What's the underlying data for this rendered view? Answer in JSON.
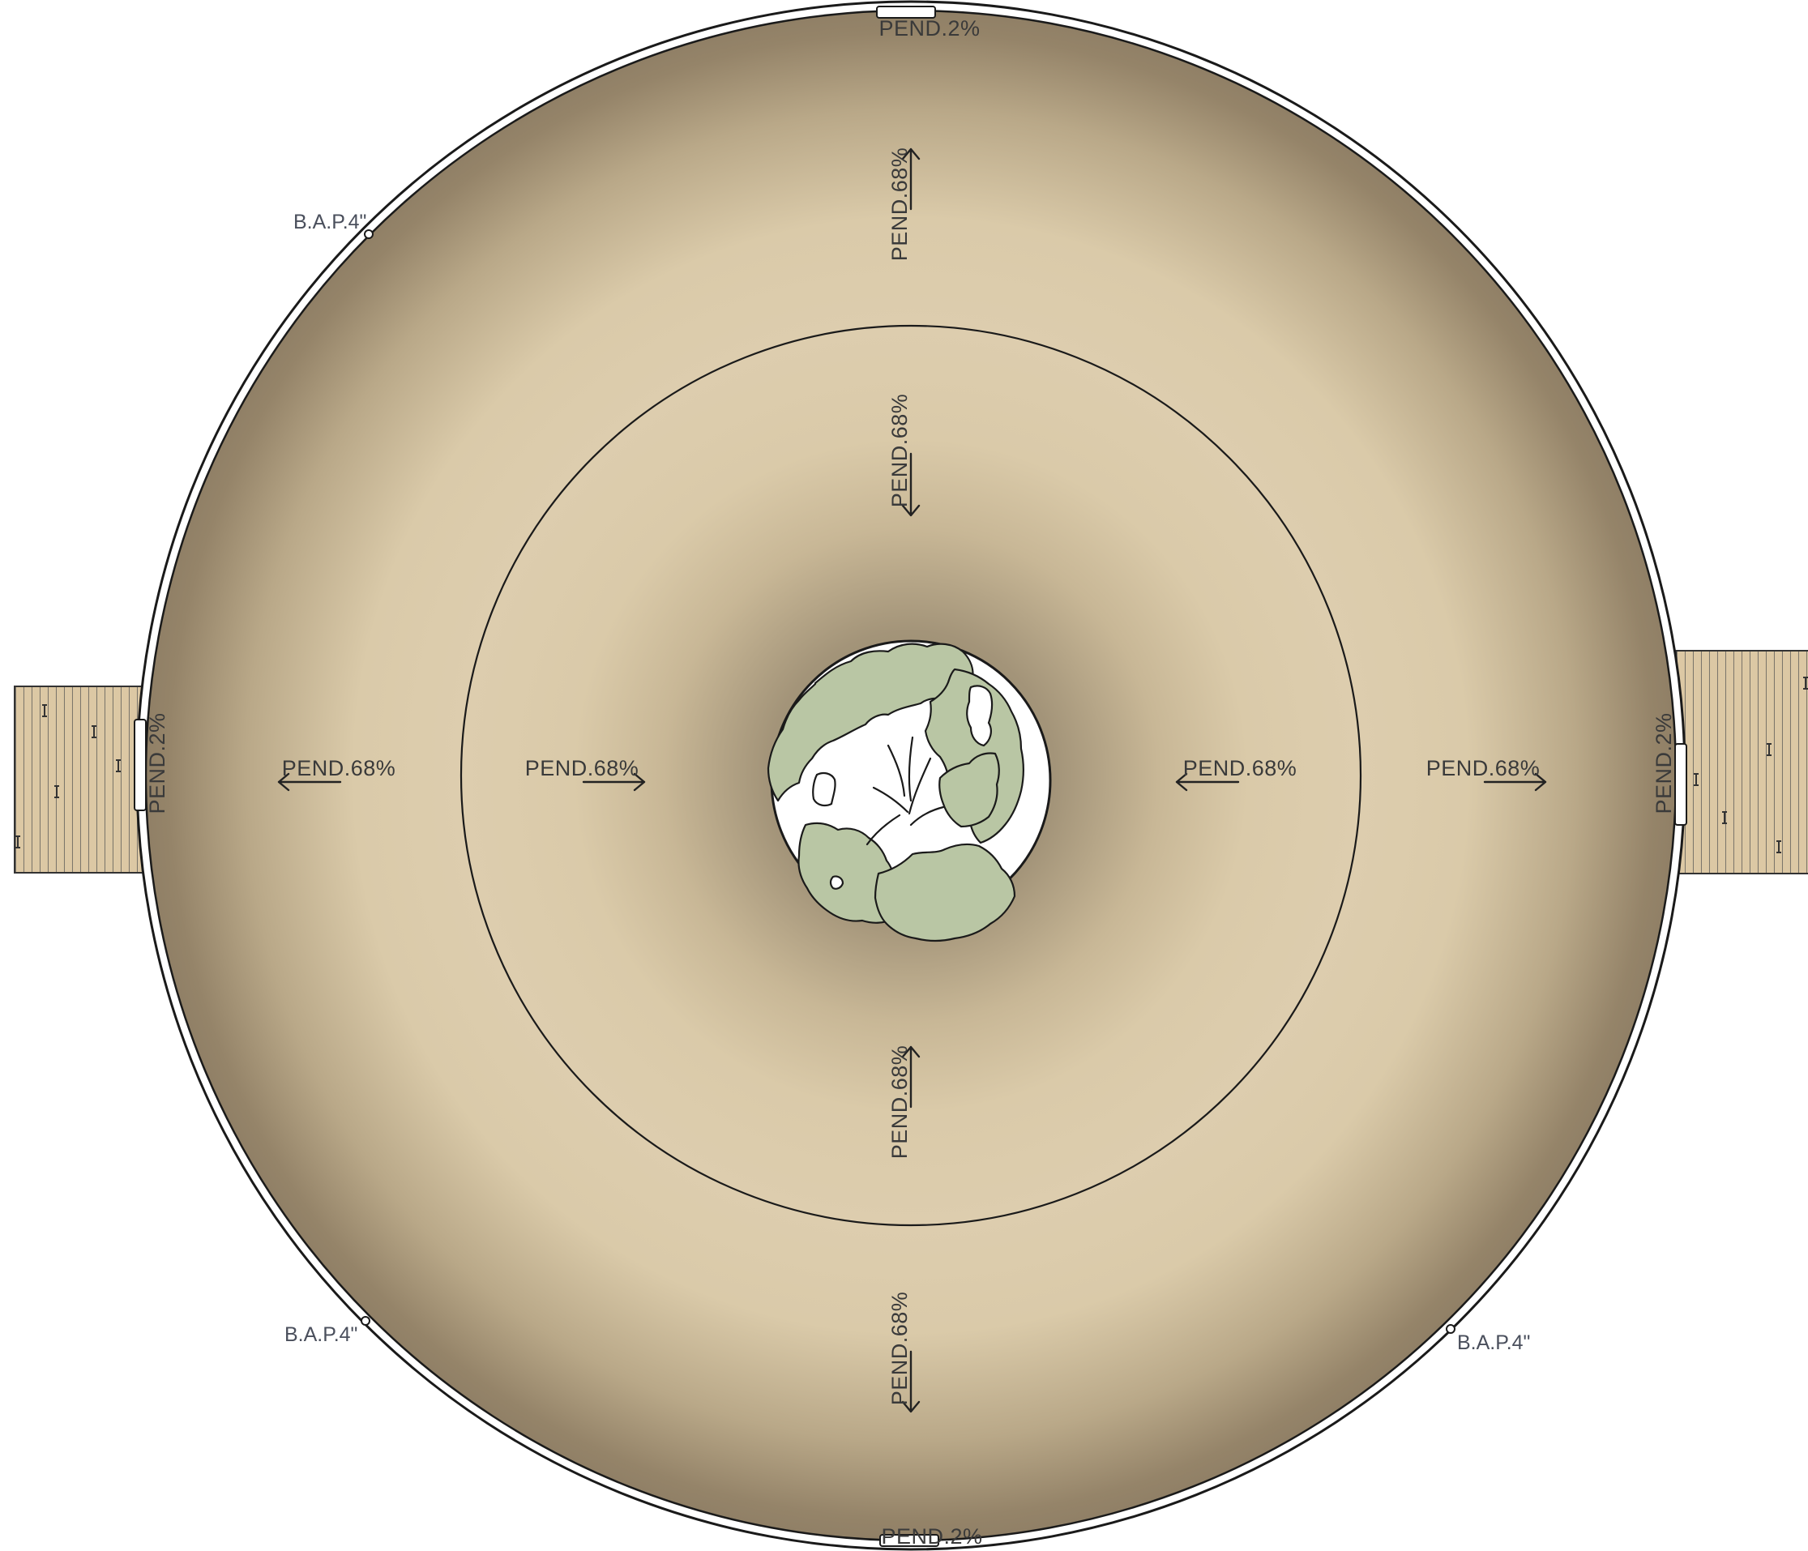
{
  "slope_labels": {
    "top_edge": "PEND.2%",
    "bottom_edge": "PEND.2%",
    "left_edge": "PEND.2%",
    "right_edge": "PEND.2%",
    "outer_top": "PEND.68%",
    "inner_top": "PEND.68%",
    "inner_bottom": "PEND.68%",
    "outer_bottom": "PEND.68%",
    "outer_left": "PEND.68%",
    "inner_left": "PEND.68%",
    "inner_right": "PEND.68%",
    "outer_right": "PEND.68%"
  },
  "drain_labels": {
    "upper_left": "B.A.P.4\"",
    "lower_left": "B.A.P.4\"",
    "lower_right": "B.A.P.4\""
  },
  "colors": {
    "sand_light": "#ddcdad",
    "sand_dark": "#8f7f68",
    "planter_green": "#b9c6a4",
    "deck_wood": "#ddc9a6",
    "outline": "#1a1a1a"
  },
  "icons": {
    "slope_arrow": "arrow-icon",
    "drain": "drain-icon",
    "planter": "tree-planter-icon"
  }
}
